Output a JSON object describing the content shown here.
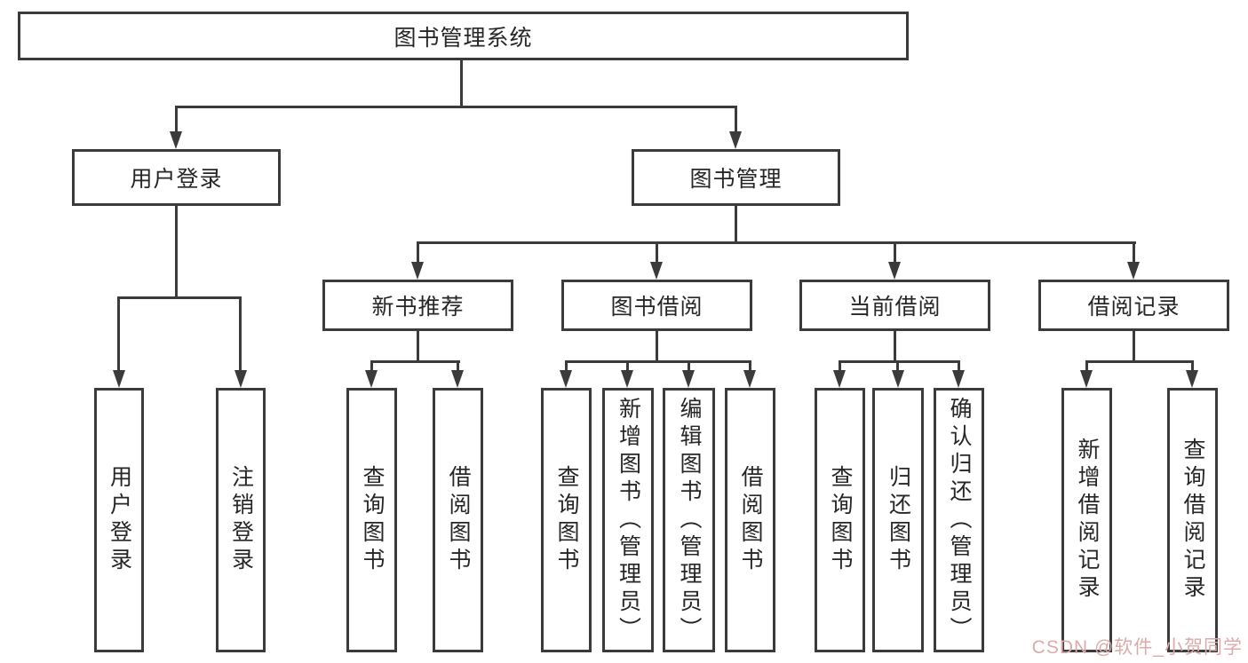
{
  "nodes": {
    "system": {
      "label": "图书管理系统"
    },
    "user_login": {
      "label": "用户登录"
    },
    "book_mgmt": {
      "label": "图书管理"
    },
    "new_book_rec": {
      "label": "新书推荐"
    },
    "book_borrow": {
      "label": "图书借阅"
    },
    "current_borrow": {
      "label": "当前借阅"
    },
    "borrow_records": {
      "label": "借阅记录"
    },
    "login": {
      "label": "用户登录"
    },
    "logout": {
      "label": "注销登录"
    },
    "query_book_rec": {
      "label": "查询图书"
    },
    "borrow_book_rec": {
      "label": "借阅图书"
    },
    "query_book_borrow": {
      "label": "查询图书"
    },
    "add_book_admin": {
      "label": "新增图书（管理员）"
    },
    "edit_book_admin": {
      "label": "编辑图书（管理员）"
    },
    "borrow_book_borrow": {
      "label": "借阅图书"
    },
    "query_book_current": {
      "label": "查询图书"
    },
    "return_book": {
      "label": "归还图书"
    },
    "confirm_return_admin": {
      "label": "确认归还（管理员）"
    },
    "add_borrow_record": {
      "label": "新增借阅记录"
    },
    "query_borrow_record": {
      "label": "查询借阅记录"
    }
  },
  "hierarchy": {
    "图书管理系统": {
      "用户登录": [
        "用户登录",
        "注销登录"
      ],
      "图书管理": {
        "新书推荐": [
          "查询图书",
          "借阅图书"
        ],
        "图书借阅": [
          "查询图书",
          "新增图书（管理员）",
          "编辑图书（管理员）",
          "借阅图书"
        ],
        "当前借阅": [
          "查询图书",
          "归还图书",
          "确认归还（管理员）"
        ],
        "借阅记录": [
          "新增借阅记录",
          "查询借阅记录"
        ]
      }
    }
  },
  "watermark": "CSDN @软件_小贺同学",
  "colors": {
    "line": "#3b3b3b",
    "box_background": "#ffffff",
    "text": "#262626",
    "watermark": "#dcaaaa",
    "page_background": "#ffffff"
  }
}
